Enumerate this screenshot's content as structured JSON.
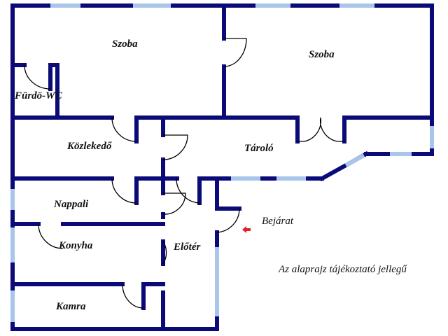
{
  "rooms": {
    "szoba_left": "Szoba",
    "szoba_right": "Szoba",
    "furdo": "Fürdö-WC",
    "kozlekedo": "Közlekedő",
    "tarolo": "Tároló",
    "nappali": "Nappali",
    "konyha": "Konyha",
    "kamra": "Kamra",
    "eloter": "Előtér"
  },
  "entrance_label": "Bejárat",
  "note": "Az alaprajz tájékoztató jellegű",
  "colors": {
    "wall": "#0a0a78",
    "window": "#a9c6ea",
    "door": "#000000",
    "entrance_arrow": "#e0202a"
  }
}
